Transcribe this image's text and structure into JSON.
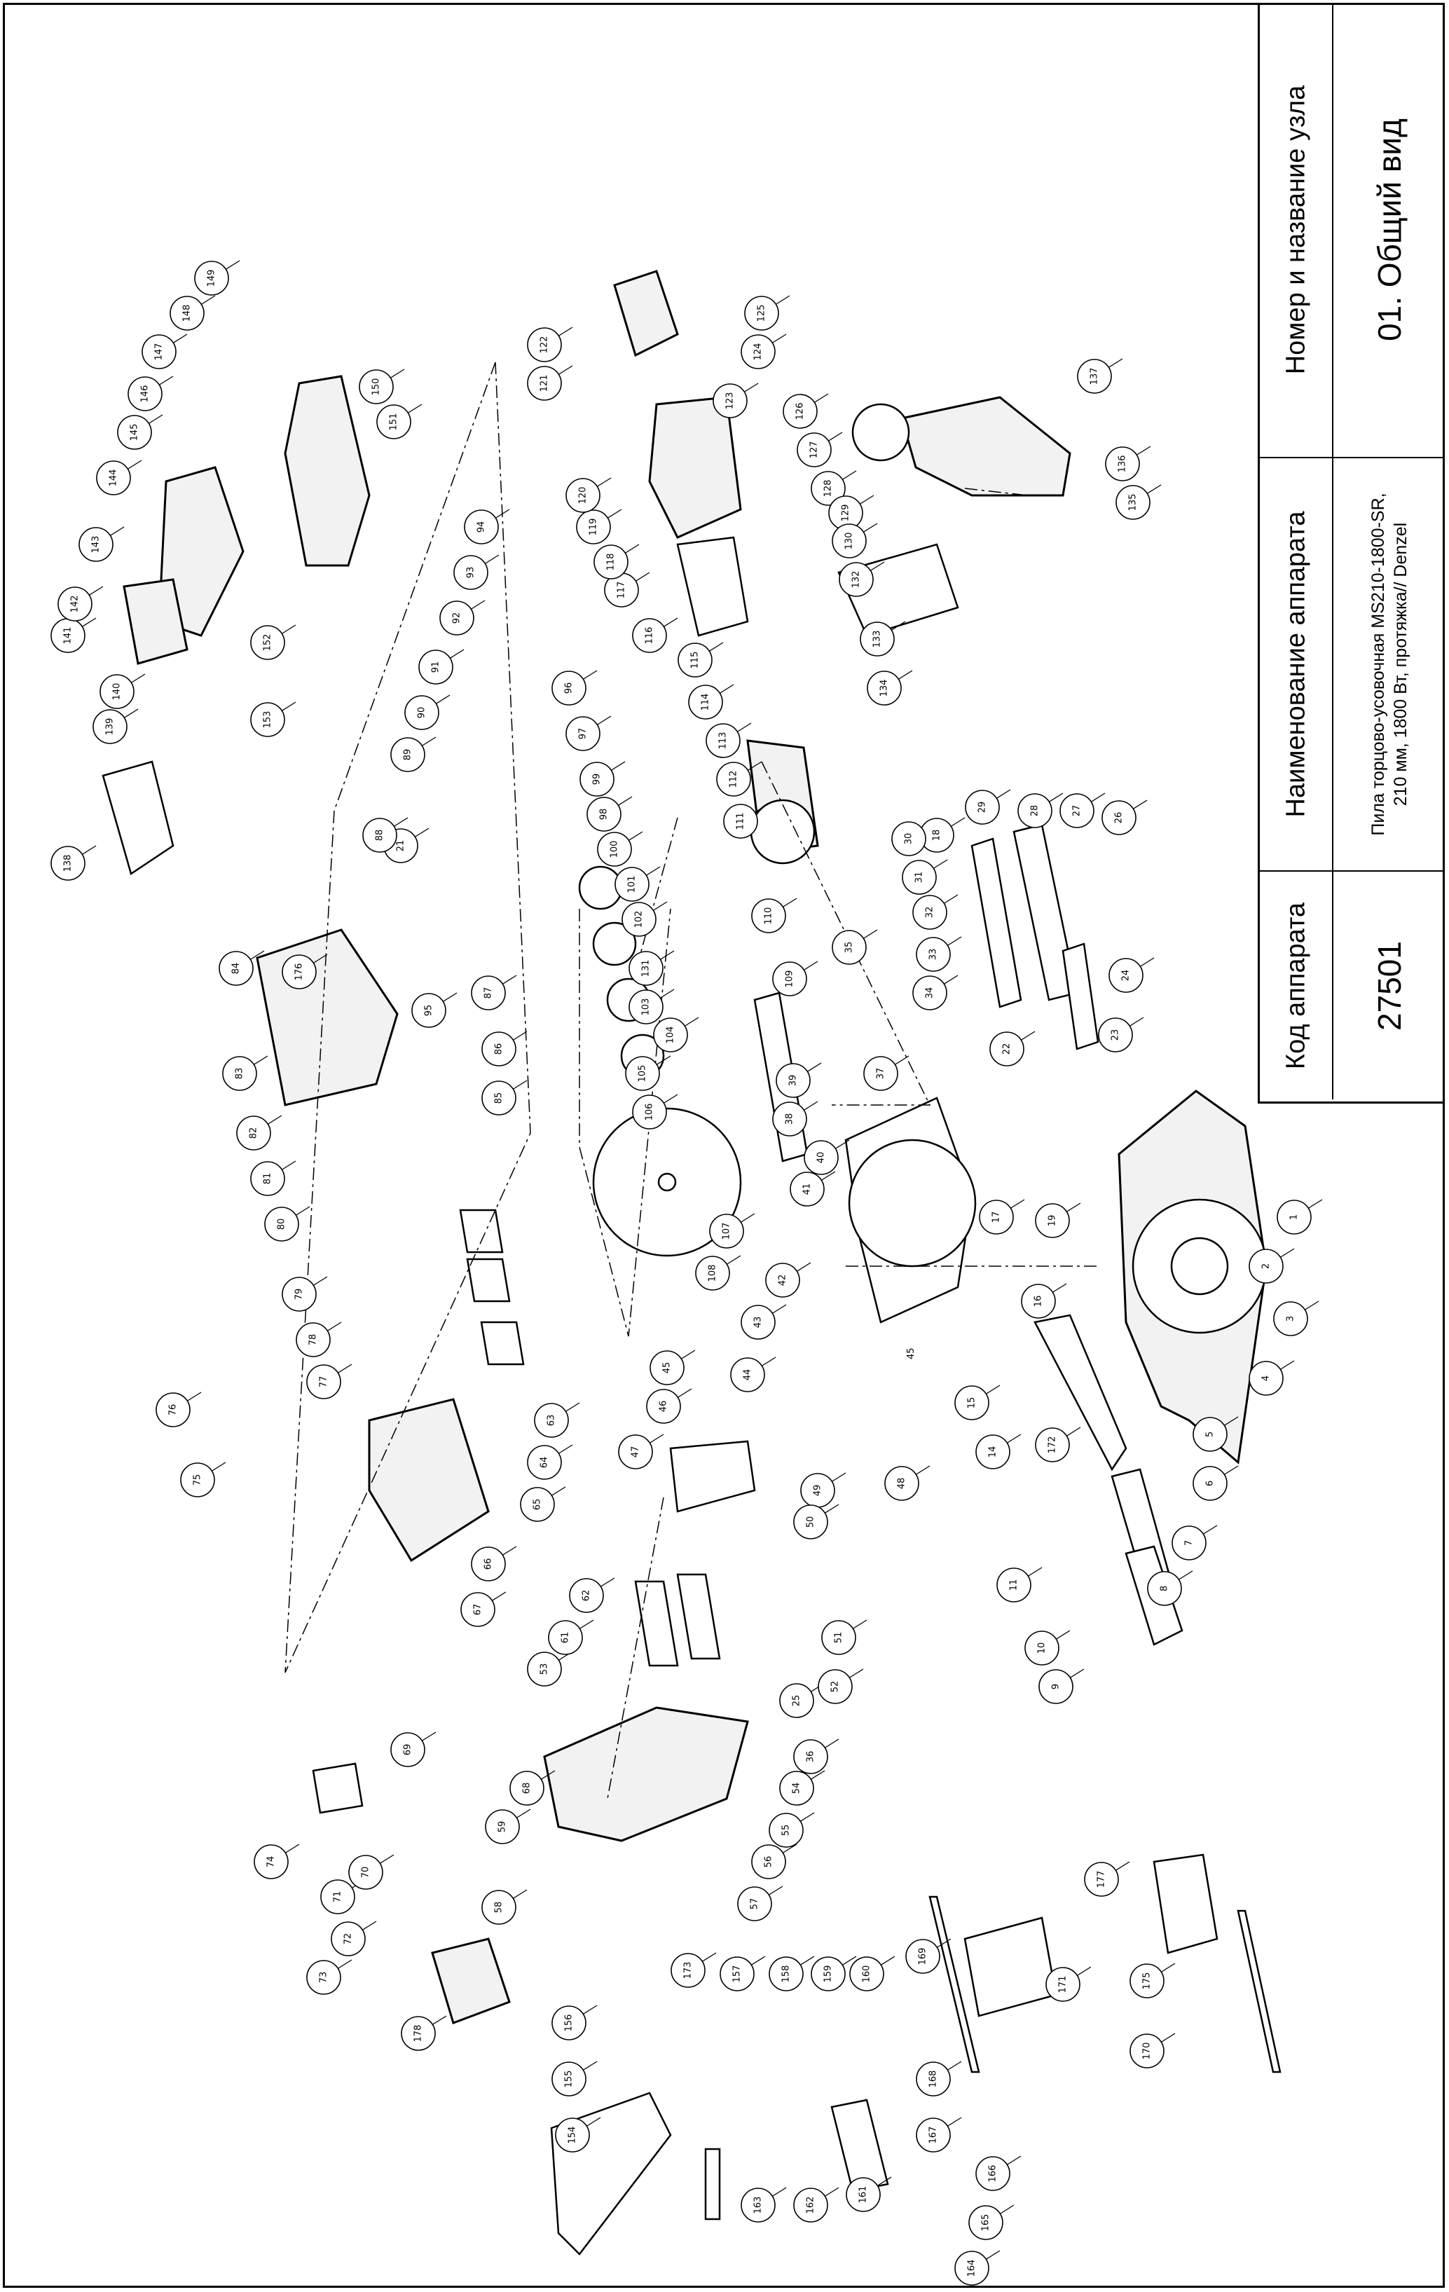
{
  "title_block": {
    "assembly_header": "Номер и название узла",
    "assembly_value": "01. Общий вид",
    "name_header": "Наименование аппарата",
    "name_value": "Пила торцово-усовочная MS210-1800-SR, 210 мм, 1800 Вт, протяжка// Denzel",
    "code_header": "Код аппарата",
    "code_value": "27501"
  },
  "scale_mark": "45",
  "callouts": [
    "1",
    "2",
    "3",
    "4",
    "5",
    "6",
    "7",
    "8",
    "9",
    "10",
    "11",
    "14",
    "15",
    "16",
    "17",
    "18",
    "19",
    "21",
    "22",
    "23",
    "24",
    "25",
    "26",
    "27",
    "28",
    "29",
    "30",
    "31",
    "32",
    "33",
    "34",
    "35",
    "36",
    "37",
    "38",
    "39",
    "40",
    "41",
    "42",
    "43",
    "44",
    "45",
    "46",
    "47",
    "48",
    "49",
    "50",
    "51",
    "52",
    "53",
    "54",
    "55",
    "56",
    "57",
    "58",
    "59",
    "61",
    "62",
    "63",
    "64",
    "65",
    "66",
    "67",
    "68",
    "69",
    "70",
    "71",
    "72",
    "73",
    "74",
    "75",
    "76",
    "77",
    "78",
    "79",
    "80",
    "81",
    "82",
    "83",
    "84",
    "85",
    "86",
    "87",
    "88",
    "89",
    "90",
    "91",
    "92",
    "93",
    "94",
    "95",
    "96",
    "97",
    "98",
    "99",
    "100",
    "101",
    "102",
    "103",
    "104",
    "105",
    "106",
    "107",
    "108",
    "109",
    "110",
    "111",
    "112",
    "113",
    "114",
    "115",
    "116",
    "117",
    "118",
    "119",
    "120",
    "121",
    "122",
    "123",
    "124",
    "125",
    "126",
    "127",
    "128",
    "129",
    "130",
    "131",
    "132",
    "133",
    "134",
    "135",
    "136",
    "137",
    "138",
    "139",
    "140",
    "141",
    "142",
    "143",
    "144",
    "145",
    "146",
    "147",
    "148",
    "149",
    "150",
    "151",
    "152",
    "153",
    "154",
    "155",
    "156",
    "157",
    "158",
    "159",
    "160",
    "161",
    "162",
    "163",
    "164",
    "165",
    "166",
    "167",
    "168",
    "169",
    "170",
    "171",
    "172",
    "173",
    "175",
    "176",
    "177",
    "178"
  ]
}
